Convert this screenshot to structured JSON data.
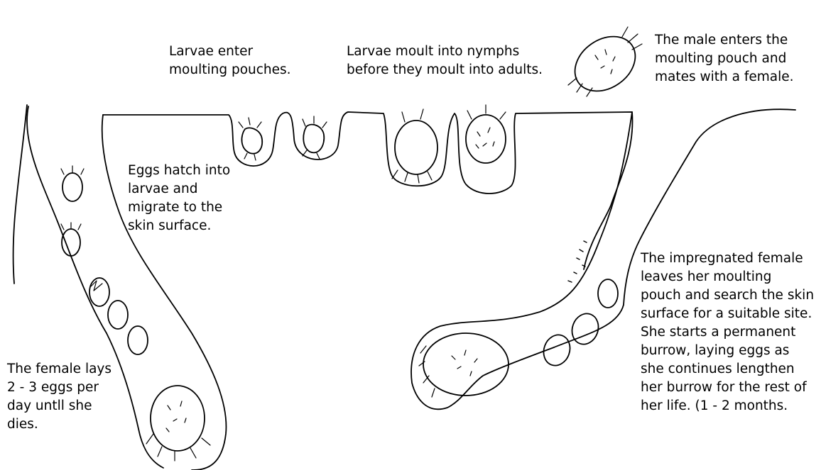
{
  "captions": {
    "larvae_enter": [
      "Larvae enter",
      "moulting pouches."
    ],
    "larvae_moult": [
      "Larvae moult into nymphs",
      "before they moult into adults."
    ],
    "male_enters": [
      "The male enters the",
      "moulting pouch and",
      "mates with a female."
    ],
    "eggs_hatch": [
      "Eggs hatch into",
      "larvae and",
      "migrate to the",
      "skin surface."
    ],
    "female_lays": [
      "The female lays",
      "2 - 3 eggs per",
      "day untll she",
      "dies."
    ],
    "impregnated": [
      "The impregnated female",
      "leaves her moulting",
      "pouch and search the skin",
      "surface for a suitable site.",
      "She starts a permanent",
      "burrow, laying eggs as",
      "she continues lengthen",
      "her burrow for the rest of",
      "her life. (1 - 2 months."
    ]
  },
  "icons": [
    "skin-surface-line",
    "left-burrow-icon",
    "right-burrow-icon",
    "moulting-pouch-icon",
    "larva-icon",
    "nymph-icon",
    "male-mite-icon",
    "female-mite-icon",
    "egg-icon",
    "hatched-egg-icon",
    "faeces-icon"
  ]
}
